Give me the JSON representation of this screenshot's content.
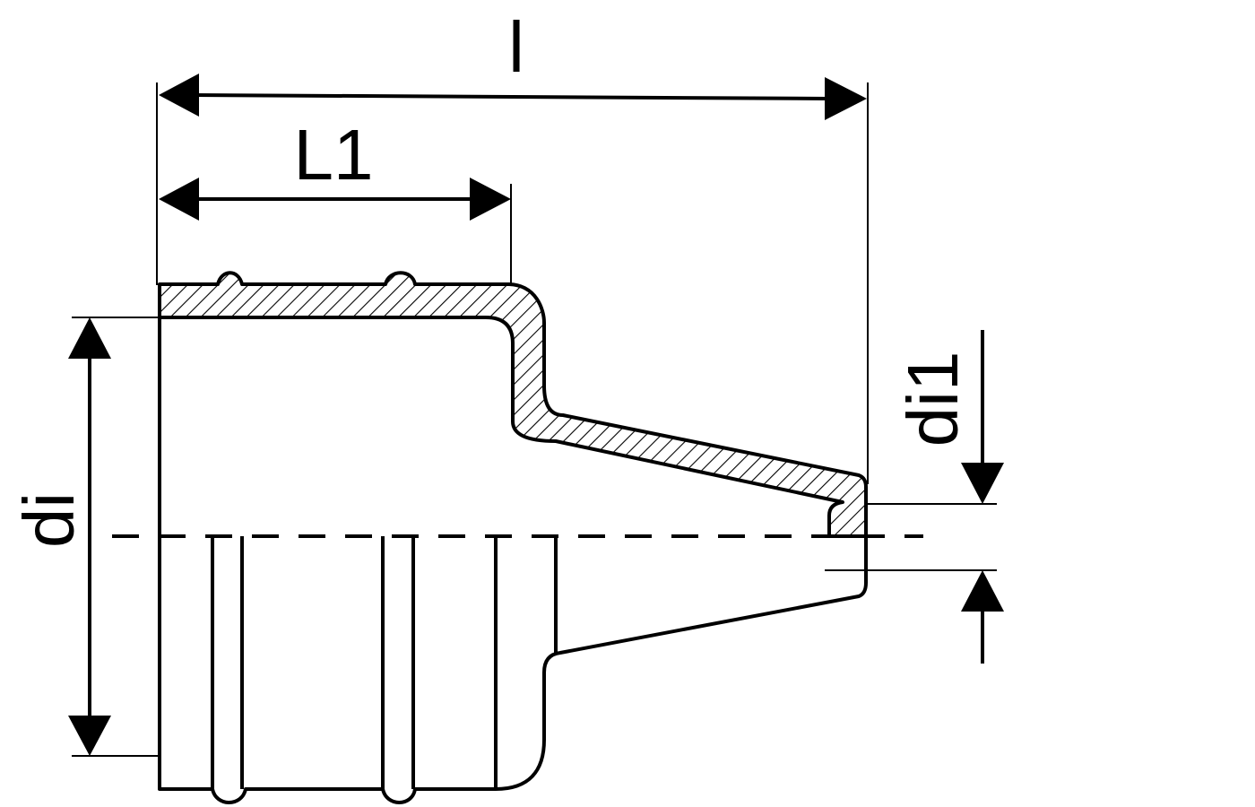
{
  "labels": {
    "overall_length": "l",
    "insertion_length": "L1",
    "inner_diameter": "di",
    "outlet_inner_diameter": "di1"
  },
  "colors": {
    "stroke": "#000000",
    "background": "#ffffff"
  }
}
